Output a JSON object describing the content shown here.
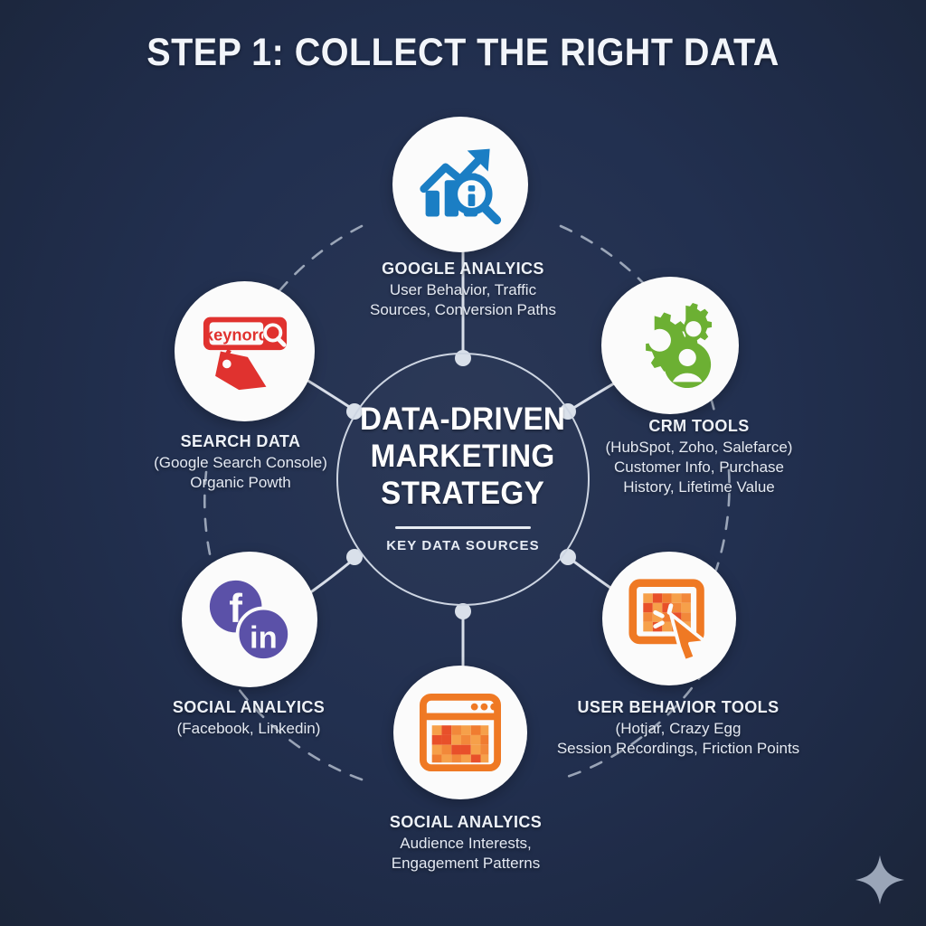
{
  "page": {
    "title": "STEP 1: COLLECT THE RIGHT DATA",
    "background_color": "#223050",
    "accent_color": "#cdd5e2"
  },
  "hub": {
    "line1": "DATA-DRIVEN",
    "line2": "MARKETING",
    "line3": "STRATEGY",
    "subtitle": "KEY DATA SOURCES"
  },
  "nodes": [
    {
      "id": "google-analytics",
      "icon": "bar-chart-magnifier-icon",
      "icon_color": "#1b7ec4",
      "title": "GOOGLE ANALYICS",
      "lines": [
        "User Behavior, Traffic",
        "Sources, Conversion Paths"
      ]
    },
    {
      "id": "crm-tools",
      "icon": "gears-user-icon",
      "icon_color": "#6cb033",
      "title": "CRM TOOLS",
      "lines": [
        "(HubSpot, Zoho, Salefarce)",
        "Customer Info, Purchase",
        "History, Lifetime Value"
      ]
    },
    {
      "id": "user-behavior-tools",
      "icon": "heatmap-cursor-icon",
      "icon_color": "#ef7924",
      "title": "USER BEHAVIOR TOOLS",
      "lines": [
        "(Hotjar, Crazy Egg",
        "Session Recordings, Friction Points"
      ]
    },
    {
      "id": "social-analytics-bottom",
      "icon": "browser-heatmap-icon",
      "icon_color": "#ef7924",
      "title": "SOCIAL ANALYICS",
      "lines": [
        "Audience Interests,",
        "Engagement Patterns"
      ]
    },
    {
      "id": "social-analytics-left",
      "icon": "facebook-linkedin-icon",
      "icon_color": "#5b51a8",
      "title": "SOCIAL ANALYICS",
      "lines": [
        "(Facebook, Linkedin)"
      ]
    },
    {
      "id": "search-data",
      "icon": "keyword-search-tag-icon",
      "icon_color": "#e0322f",
      "title": "SEARCH DATA",
      "lines": [
        "(Google Search Console)",
        "Organic Powth"
      ]
    }
  ],
  "icon_text": {
    "keyword_box": "keynord",
    "facebook_glyph": "f",
    "linkedin_glyph": "in",
    "magnifier_glyph": "i"
  },
  "watermark": {
    "icon": "sparkle-star-icon",
    "color": "#9aa5b8"
  }
}
